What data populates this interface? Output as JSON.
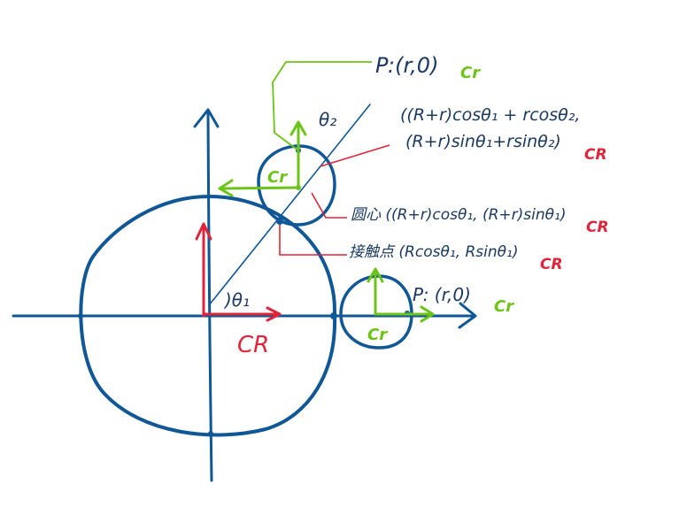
{
  "colors": {
    "blue": "#0f5796",
    "green": "#6cc417",
    "red": "#e0243a",
    "ink": "#1b3a63"
  },
  "labels": {
    "p_top": "P:(r,0)",
    "p_top_sub": "Cr",
    "theta2": "θ₂",
    "formula_line1": "((R+r)cosθ₁ + rcosθ₂,",
    "formula_line2": "(R+r)sinθ₁+rsinθ₂)",
    "formula_sub": "CR",
    "center_label": "圆心 ((R+r)cosθ₁, (R+r)sinθ₁)",
    "center_sub": "CR",
    "contact_label": "接触点 (Rcosθ₁, Rsinθ₁)",
    "contact_sub": "CR",
    "theta1": ")θ₁",
    "cr_upper": "Cr",
    "cr_right": "Cr",
    "p_right": "P: (r,0)",
    "p_right_sub": "Cr",
    "CR_big": "CR"
  }
}
